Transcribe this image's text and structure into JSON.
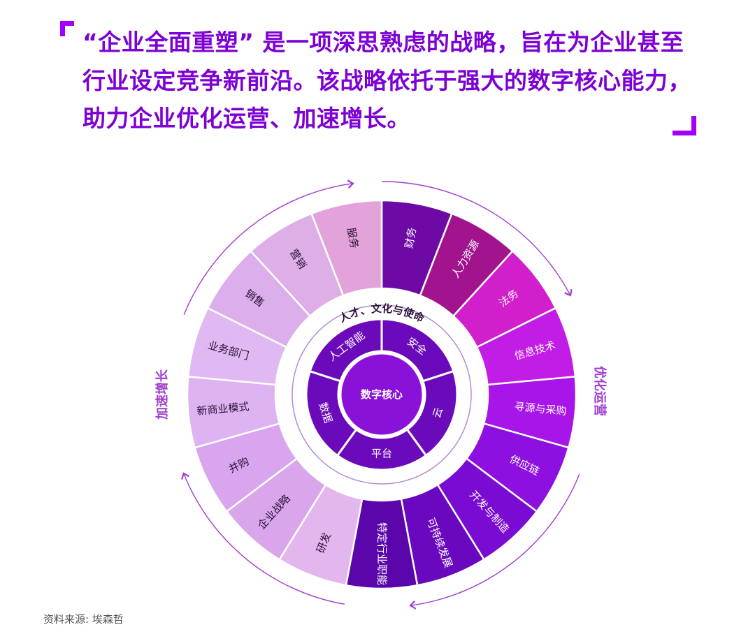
{
  "quote": {
    "lines": [
      "“企业全面重塑” 是一项深思熟虑的战略，旨在为企业甚至",
      "行业设定竞争新前沿。该战略依托于强大的数字核心能力，",
      "助力企业优化运营、加速增长。"
    ]
  },
  "wheel": {
    "core": "数字核心",
    "ring": "人才、文化与使命",
    "left_arc_label": "加速增长",
    "right_arc_label": "优化运营",
    "inner_segments": [
      {
        "label": "安全"
      },
      {
        "label": "云"
      },
      {
        "label": "平台"
      },
      {
        "label": "数据"
      },
      {
        "label": "人工智能"
      }
    ],
    "outer_segments": [
      {
        "label": "财务",
        "color": "#6d0aa6"
      },
      {
        "label": "人力资源",
        "color": "#a1148e"
      },
      {
        "label": "法务",
        "color": "#d11fcb"
      },
      {
        "label": "信息技术",
        "color": "#c11de6"
      },
      {
        "label": "寻源与采购",
        "color": "#a815e8"
      },
      {
        "label": "供应链",
        "color": "#8d10e0"
      },
      {
        "label": "开发与制造",
        "color": "#7a0bd2"
      },
      {
        "label": "可持续发展",
        "color": "#6a08bf"
      },
      {
        "label": "特定行业职能",
        "color": "#5a06aa"
      },
      {
        "label": "研发",
        "color": "#e3b6ee"
      },
      {
        "label": "企业战略",
        "color": "#d9a6ec"
      },
      {
        "label": "并购",
        "color": "#d8a5ee"
      },
      {
        "label": "新商业模式",
        "color": "#deb3f1"
      },
      {
        "label": "业务部门",
        "color": "#e0b8f2"
      },
      {
        "label": "销售",
        "color": "#dcaeec"
      },
      {
        "label": "营销",
        "color": "#deafe7"
      },
      {
        "label": "服务",
        "color": "#e2a3da"
      }
    ]
  },
  "source": "资料来源: 埃森哲"
}
